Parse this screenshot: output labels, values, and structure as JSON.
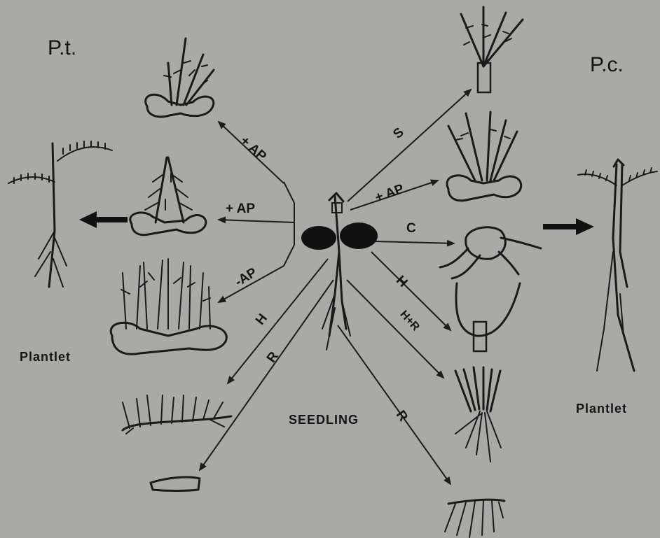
{
  "labels": {
    "pt": "P.t.",
    "pc": "P.c.",
    "plantlet_left": "Plantlet",
    "plantlet_right": "Plantlet",
    "seedling": "SEEDLING"
  },
  "edges": {
    "ap_top": "+ AP",
    "ap_mid": "+ AP",
    "minus_ap": "-AP",
    "h_left": "H",
    "r_left": "R",
    "s": "S",
    "ap_right": "+ AP",
    "c": "C",
    "h_right": "H",
    "hr": "H+R",
    "r_right": "R"
  },
  "colors": {
    "background": "#a9aaa6",
    "ink": "#1a1a1a"
  }
}
